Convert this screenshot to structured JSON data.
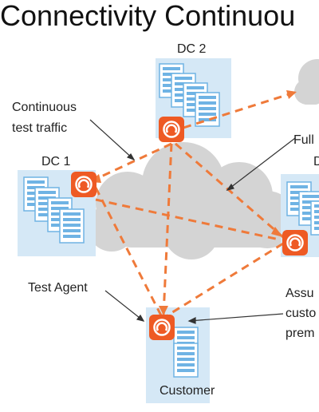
{
  "title": "Connectivity Continuou",
  "nodes": {
    "dc2": "DC 2",
    "dc1": "DC 1",
    "dc3_partial": "D",
    "customer": "Customer"
  },
  "annotations": {
    "continuous_line1": "Continuous",
    "continuous_line2": "test traffic",
    "full_partial": "Full",
    "test_agent": "Test Agent",
    "assumed_line1": "Assu",
    "assumed_line2": "custo",
    "assumed_line3": "prem"
  },
  "colors": {
    "cloud": "#d4d4d4",
    "dc_box": "#d5e8f6",
    "agent": "#ee5a24",
    "dashed_link": "#ef7a3a",
    "server": "#6fb3e4"
  },
  "icons": [
    "cloud-icon",
    "server-rack-icon",
    "test-agent-icon"
  ]
}
